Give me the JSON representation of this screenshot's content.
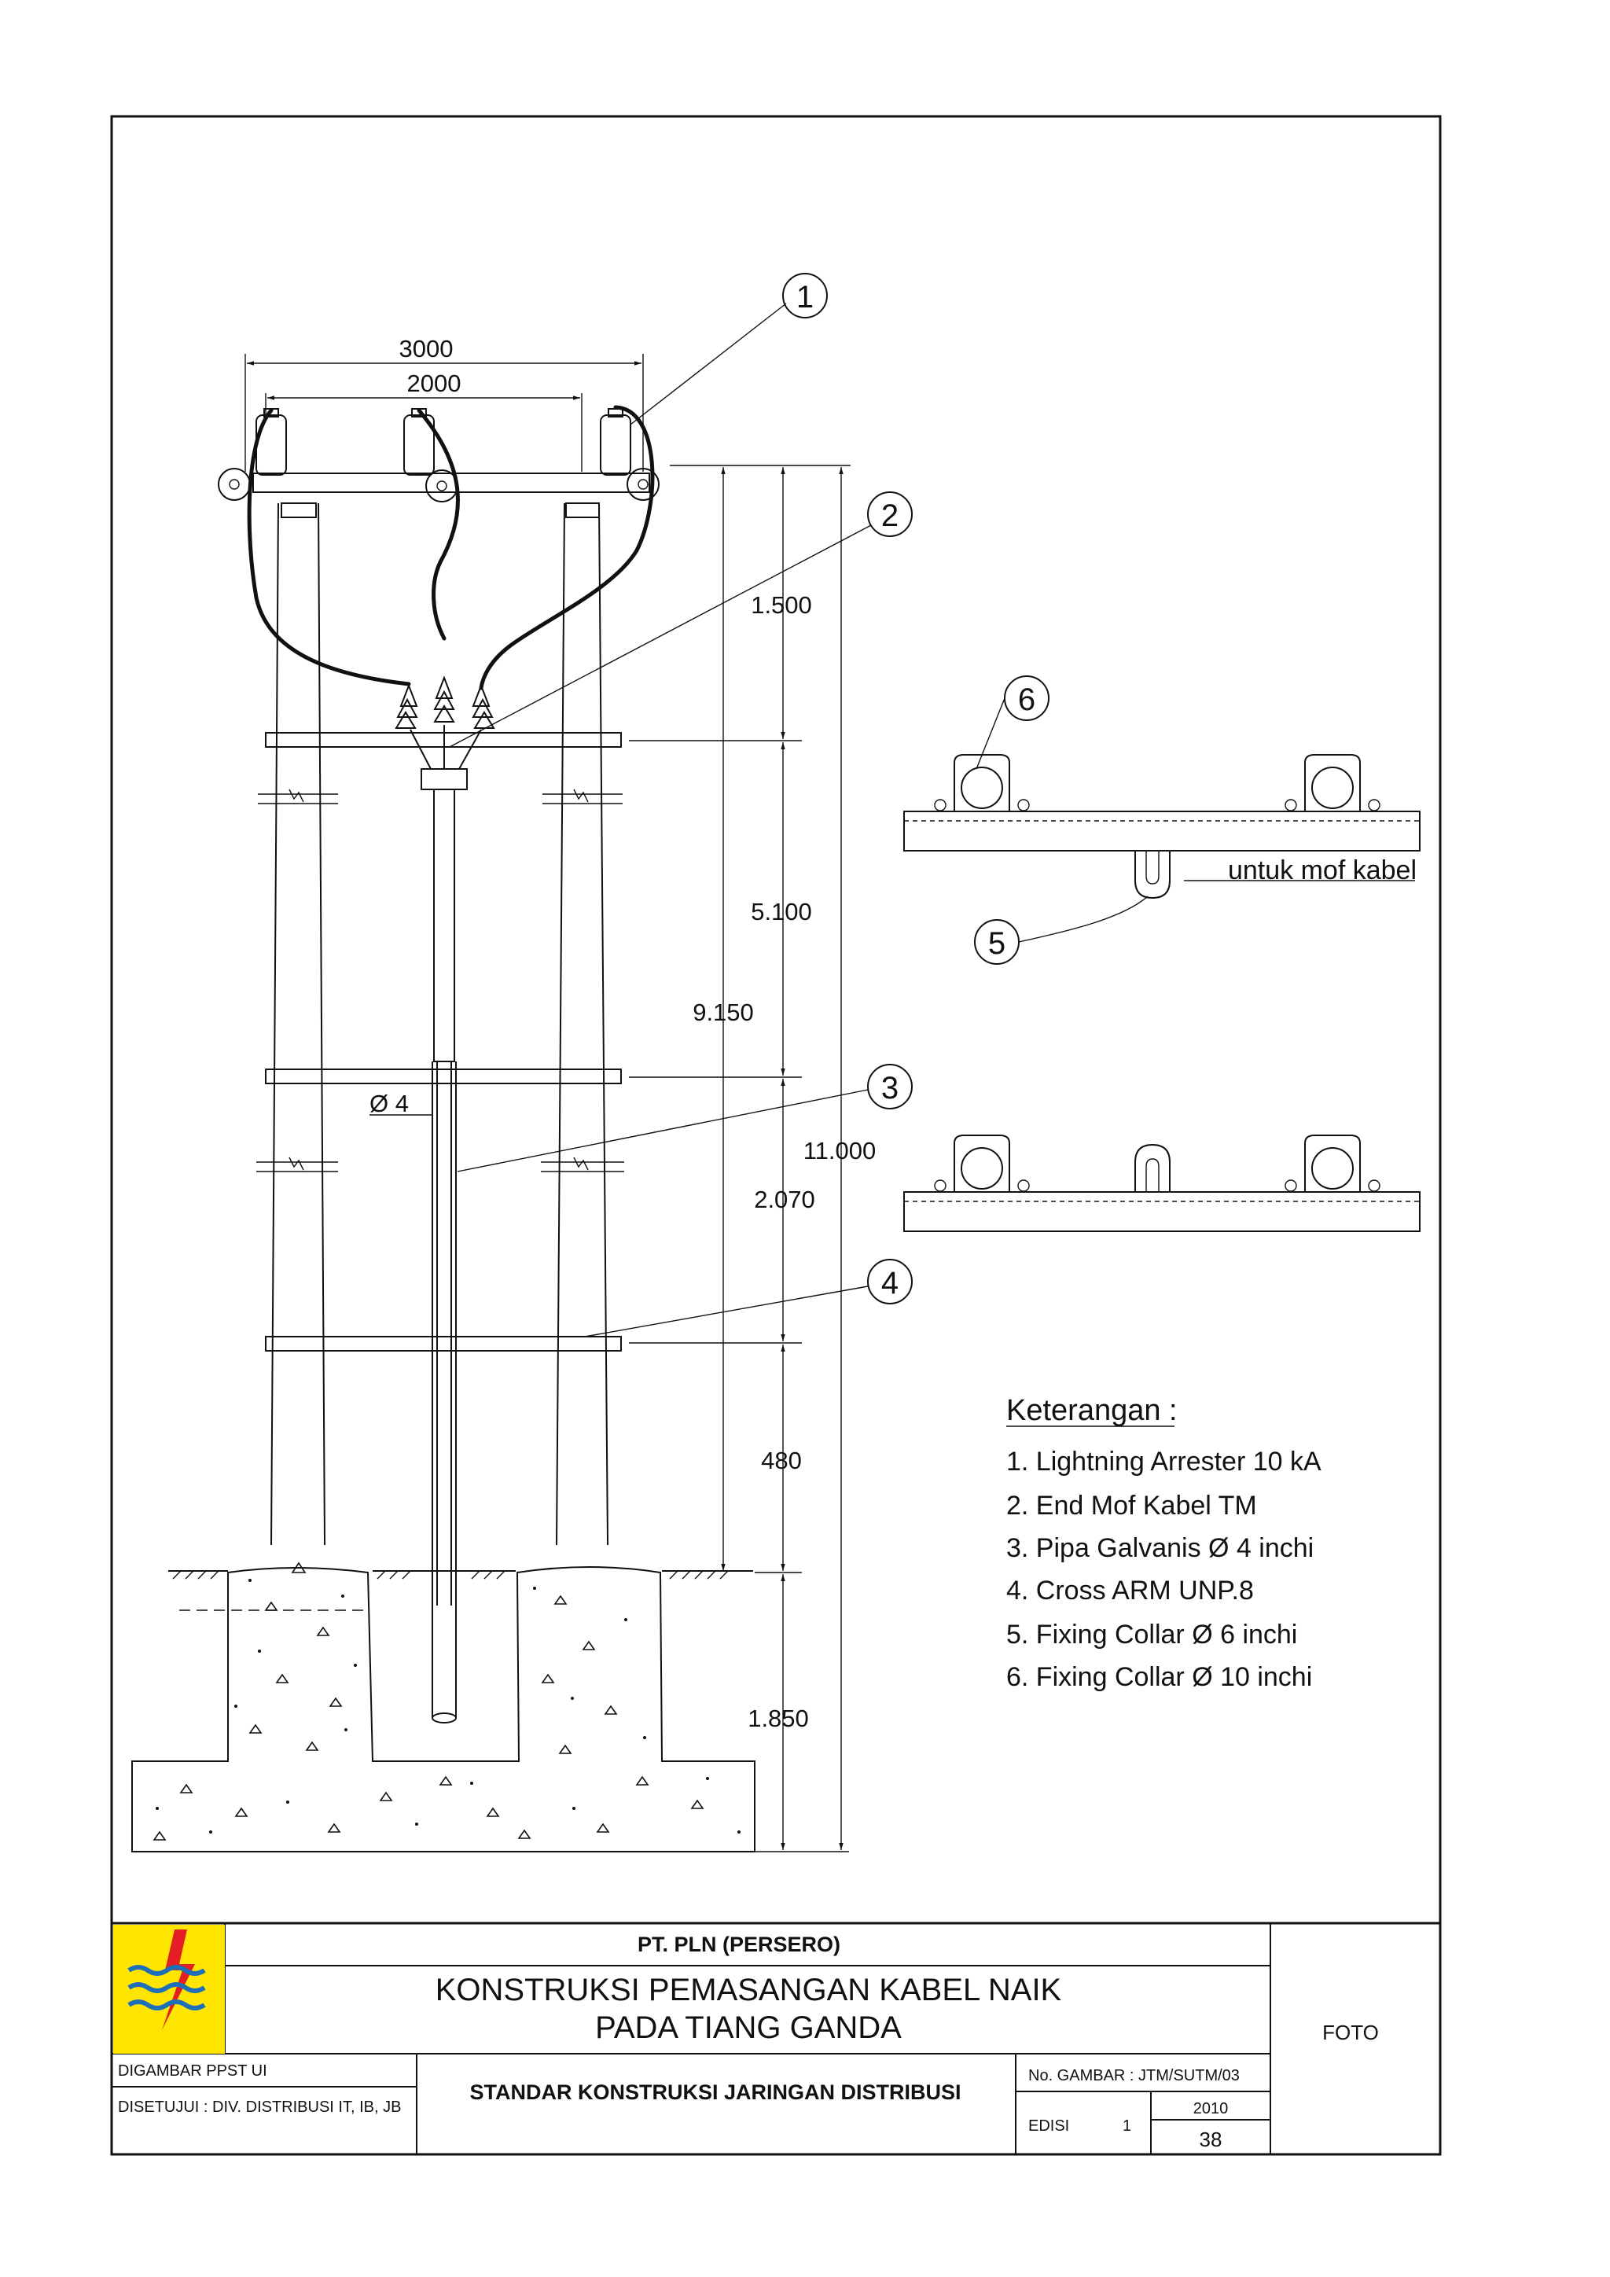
{
  "dimensions": {
    "top_3000": "3000",
    "top_2000": "2000",
    "d_1500": "1.500",
    "d_5100": "5.100",
    "d_9150": "9.150",
    "d_11000": "11.000",
    "d_2070": "2.070",
    "d_480": "480",
    "d_1850": "1.850",
    "pipe_dia": "Ø 4"
  },
  "callouts": [
    "1",
    "2",
    "3",
    "4",
    "5",
    "6"
  ],
  "detail_note": "untuk mof kabel",
  "legend": {
    "title": "Keterangan :",
    "items": [
      "1. Lightning Arrester 10 kA",
      "2. End Mof Kabel TM",
      "3. Pipa Galvanis Ø 4 inchi",
      "4. Cross ARM UNP.8",
      "5. Fixing Collar Ø 6 inchi",
      "6. Fixing Collar Ø 10 inchi"
    ]
  },
  "title_block": {
    "company": "PT. PLN (PERSERO)",
    "title_line1": "KONSTRUKSI PEMASANGAN KABEL NAIK",
    "title_line2": "PADA TIANG GANDA",
    "foto": "FOTO",
    "digambar": "DIGAMBAR PPST UI",
    "disetujui": "DISETUJUI : DIV. DISTRIBUSI IT, IB, JB",
    "standard": "STANDAR KONSTRUKSI JARINGAN DISTRIBUSI",
    "no_gambar": "No. GAMBAR : JTM/SUTM/03",
    "year": "2010",
    "edisi_label": "EDISI",
    "edisi_value": "1",
    "page": "38"
  },
  "colors": {
    "logo_background": "#FFE500",
    "logo_bolt": "#E31E24",
    "logo_waves": "#1D6FB8"
  }
}
